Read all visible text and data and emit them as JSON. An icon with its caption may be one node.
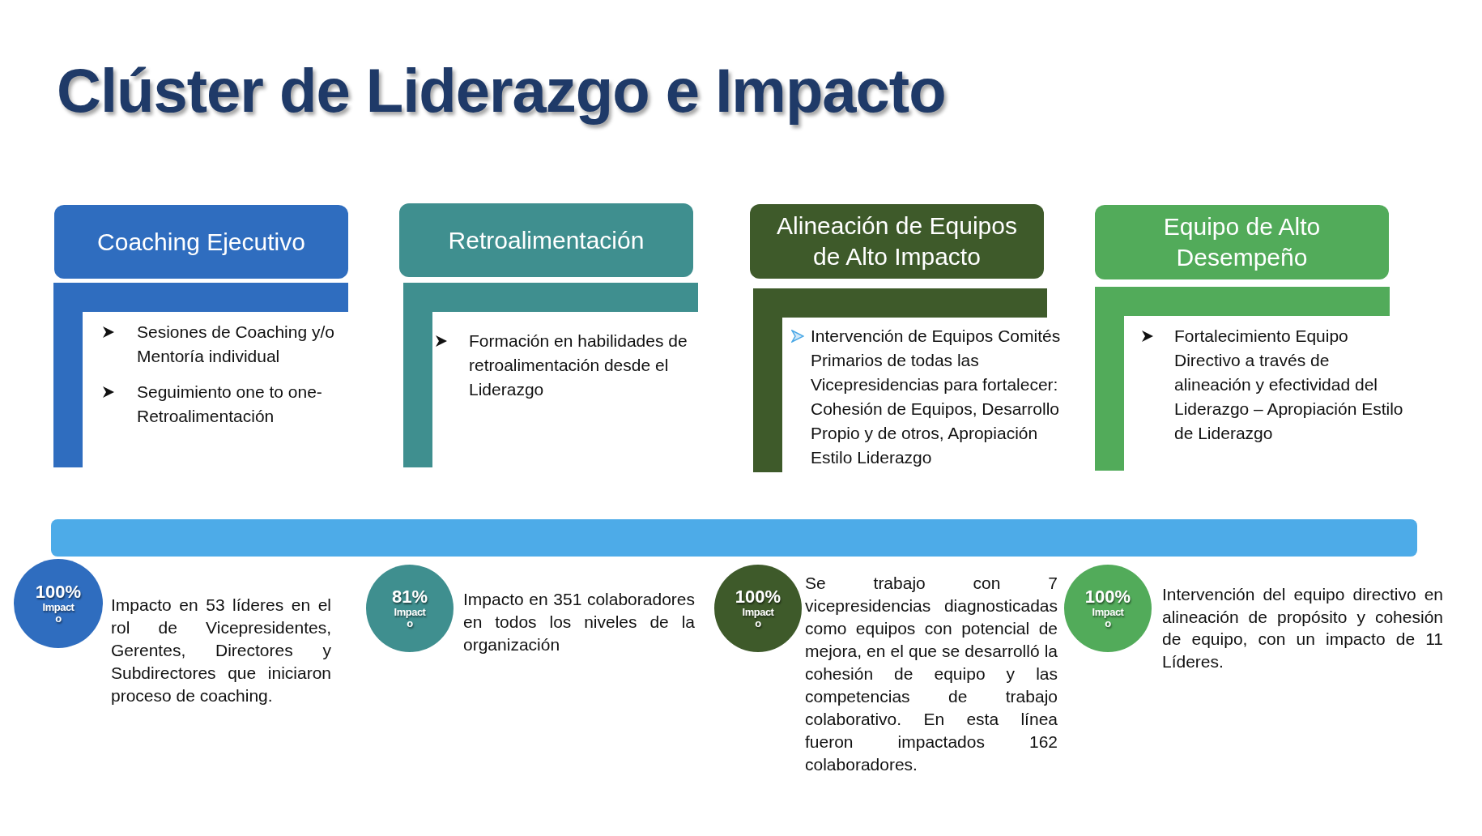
{
  "diagram": {
    "title": "Clúster de Liderazgo e Impacto",
    "nodes": [
      {
        "text": [
          "Coaching Ejecutivo"
        ]
      },
      {
        "text": [
          "Sesiones de Coaching y/o Mentoría individual",
          "Seguimiento one to one-Retroalimentación"
        ]
      },
      {
        "text": [
          "100%",
          "Impacto"
        ],
        "beside": [
          "Impacto en 53 líderes en el rol de Vicepresidentes, Gerentes, Directores y Subdirectores que iniciaron proceso de coaching."
        ]
      },
      {
        "text": [
          "Retroalimentación"
        ]
      },
      {
        "text": [
          "Formación en habilidades de retroalimentación desde el Liderazgo"
        ]
      },
      {
        "text": [
          "81%",
          "Impacto"
        ],
        "beside": [
          "Impacto en 351 colaboradores en todos los niveles de la organización"
        ]
      },
      {
        "text": [
          "Alineación de Equipos de Alto Impacto"
        ]
      },
      {
        "text": [
          "Intervención de Equipos Comités Primarios de todas las Vicepresidencias para fortalecer: Cohesión de Equipos, Desarrollo Propio y de otros, Apropiación Estilo Liderazgo"
        ]
      },
      {
        "text": [
          "100%",
          "Impacto"
        ],
        "beside": [
          "Se trabajo con 7 vicepresidencias diagnosticadas como equipos con potencial de mejora, en el que se desarrolló la cohesión de equipo y las competencias de trabajo colaborativo. En esta línea fueron impactados 162 colaboradores."
        ]
      },
      {
        "text": [
          "Equipo de Alto Desempeño"
        ]
      },
      {
        "text": [
          "Fortalecimiento Equipo Directivo a través de alineación y efectividad del Liderazgo – Apropiación Estilo de Liderazgo"
        ]
      },
      {
        "text": [
          "100%",
          "Impacto"
        ],
        "beside": [
          "Intervención del equipo directivo en alineación de propósito y cohesión de equipo, con un impacto de 11 Líderes."
        ]
      },
      {
        "text": [],
        "shape": "bar"
      }
    ]
  }
}
